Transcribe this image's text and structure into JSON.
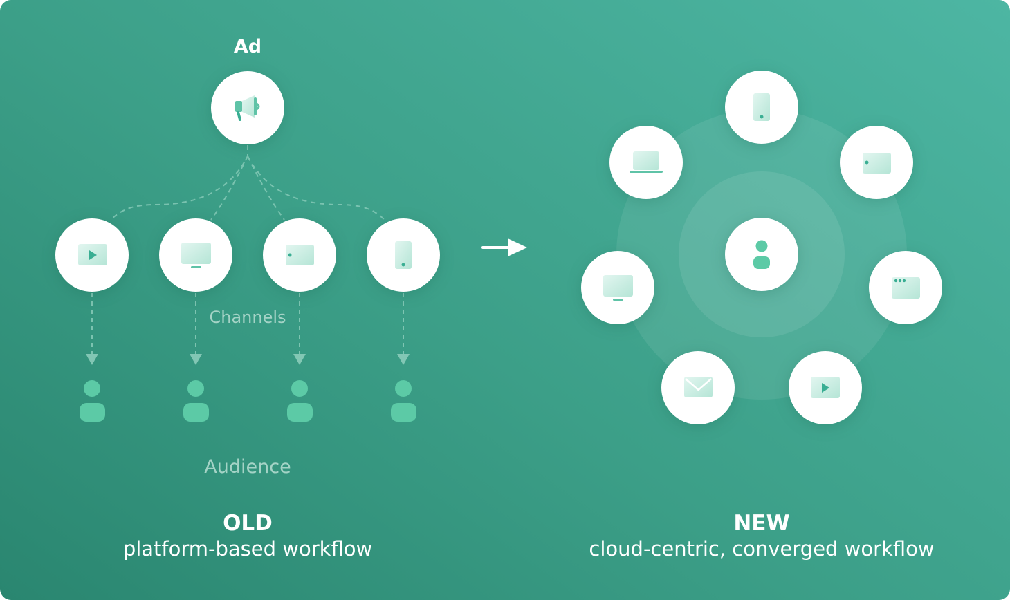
{
  "old": {
    "ad_label": "Ad",
    "channels_label": "Channels",
    "audience_label": "Audience",
    "title": "OLD",
    "subtitle": "platform-based workflow",
    "ad_icon": "megaphone-icon",
    "channels": [
      {
        "icon": "video-play-icon"
      },
      {
        "icon": "monitor-icon"
      },
      {
        "icon": "tablet-landscape-icon"
      },
      {
        "icon": "smartphone-icon"
      }
    ],
    "audience_icon": "person-icon"
  },
  "new": {
    "title": "NEW",
    "subtitle": "cloud-centric, converged workflow",
    "center_icon": "person-icon",
    "channels": [
      {
        "icon": "smartphone-icon"
      },
      {
        "icon": "tablet-landscape-icon"
      },
      {
        "icon": "browser-window-icon"
      },
      {
        "icon": "video-play-icon"
      },
      {
        "icon": "email-icon"
      },
      {
        "icon": "monitor-icon"
      },
      {
        "icon": "laptop-icon"
      }
    ]
  },
  "transition_icon": "arrow-right-icon",
  "colors": {
    "background_start": "#2a8670",
    "background_end": "#4db6a3",
    "icon_fill": "#bfeadf",
    "icon_accent": "#3aae93",
    "audience_person": "#5ccaa6",
    "node_fill": "#ffffff"
  }
}
